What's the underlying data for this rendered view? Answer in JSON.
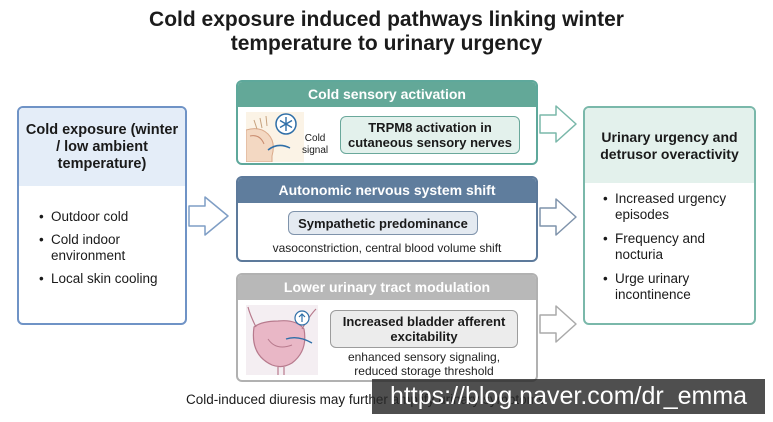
{
  "title": {
    "line1": "Cold exposure induced pathways linking winter",
    "line2": "temperature to urinary urgency"
  },
  "left_box": {
    "heading": "Cold exposure (winter / low ambient temperature)",
    "items": [
      "Outdoor cold",
      "Cold indoor environment",
      "Local skin cooling"
    ]
  },
  "panels": [
    {
      "header": "Cold sensory activation",
      "box": "TRPM8 activation in cutaneous sensory nerves",
      "icon_label_1": "Cold",
      "icon_label_2": "signal",
      "icon": "skin-snowflake-icon"
    },
    {
      "header": "Autonomic nervous system shift",
      "box": "Sympathetic predominance",
      "note": "vasoconstriction, central blood volume shift"
    },
    {
      "header": "Lower urinary tract modulation",
      "box": "Increased bladder afferent excitability",
      "note_line1": "enhanced sensory signaling,",
      "note_line2": "reduced storage threshold",
      "icon": "bladder-icon"
    }
  ],
  "right_box": {
    "heading": "Urinary urgency and detrusor overactivity",
    "items": [
      "Increased urgency episodes",
      "Frequency and nocturia",
      "Urge urinary incontinence"
    ]
  },
  "footer": "Cold-induced diuresis may further amplify urinary symptoms.",
  "watermark": "https://blog.naver.com/dr_emma",
  "colors": {
    "left_border": "#6f93c6",
    "panel1": "#63a898",
    "panel2": "#5f7d9d",
    "panel3": "#b8b8b8",
    "right_border": "#7ab8aa"
  }
}
